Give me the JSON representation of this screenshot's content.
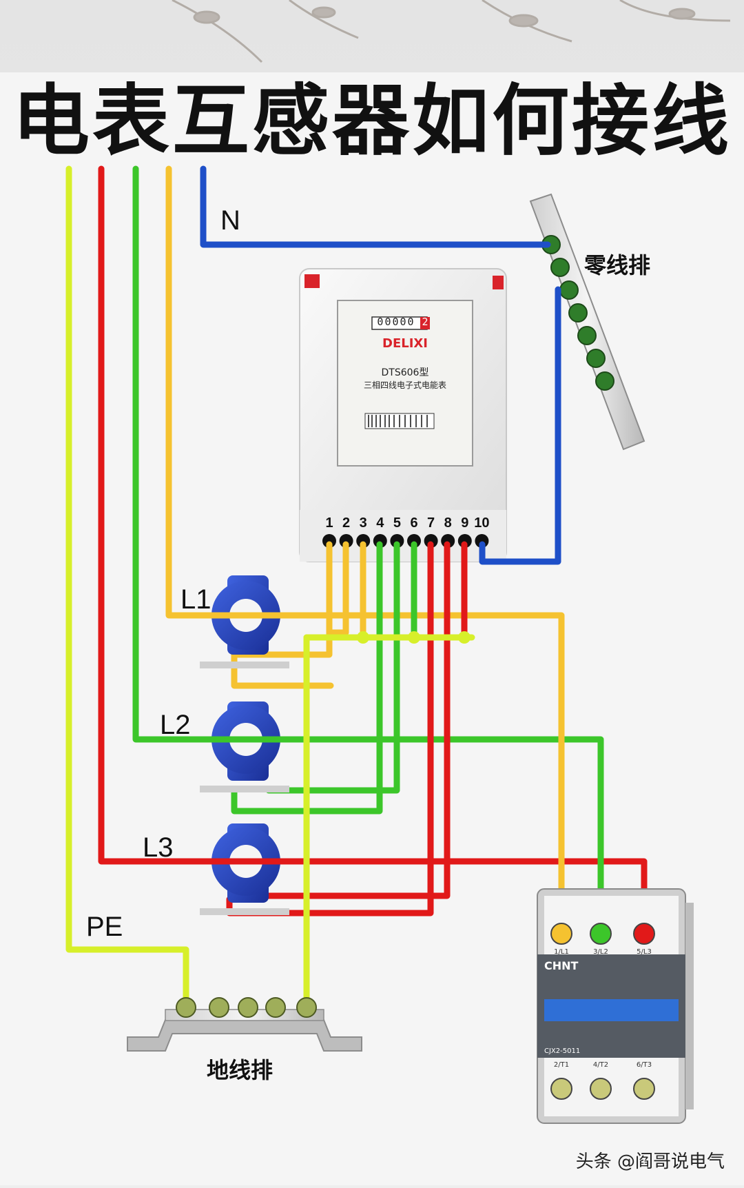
{
  "title": "电表互感器如何接线",
  "labels": {
    "n": "N",
    "l1": "L1",
    "l2": "L2",
    "l3": "L3",
    "pe": "PE",
    "neutral_bar": "零线排",
    "ground_bar": "地线排"
  },
  "meter": {
    "brand": "DELIXI",
    "model": "DTS606型",
    "description": "三相四线电子式电能表",
    "counter": "00000",
    "counter_last": "2",
    "terminals": [
      "1",
      "2",
      "3",
      "4",
      "5",
      "6",
      "7",
      "8",
      "9",
      "10"
    ]
  },
  "contactor": {
    "brand": "CHNT",
    "model": "CJX2-5011",
    "top_terminals": [
      "1/L1",
      "3/L2",
      "5/L3"
    ],
    "bottom_terminals": [
      "2/T1",
      "4/T2",
      "6/T3"
    ]
  },
  "watermark": "头条 @阎哥说电气",
  "colors": {
    "pe": "#d7ef2a",
    "l1": "#f5c230",
    "l2": "#3cc62a",
    "l3": "#e11919",
    "n": "#1e4fc8",
    "ct": "#1f3fb8"
  }
}
